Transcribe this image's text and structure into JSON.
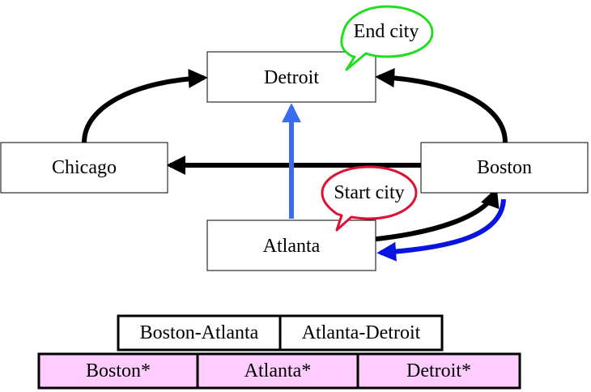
{
  "colors": {
    "edge_black": "#000000",
    "edge_light_blue": "#3a6cf2",
    "edge_dark_blue": "#0a14e0",
    "end_callout_border": "#22dd22",
    "start_callout_border": "#dd1133",
    "cell_pink": "#ffccff"
  },
  "cities": {
    "detroit": "Detroit",
    "chicago": "Chicago",
    "boston": "Boston",
    "atlanta": "Atlanta"
  },
  "callouts": {
    "end": "End city",
    "start": "Start city"
  },
  "route_row": [
    "Boston-Atlanta",
    "Atlanta-Detroit"
  ],
  "visit_row": [
    "Boston*",
    "Atlanta*",
    "Detroit*"
  ]
}
